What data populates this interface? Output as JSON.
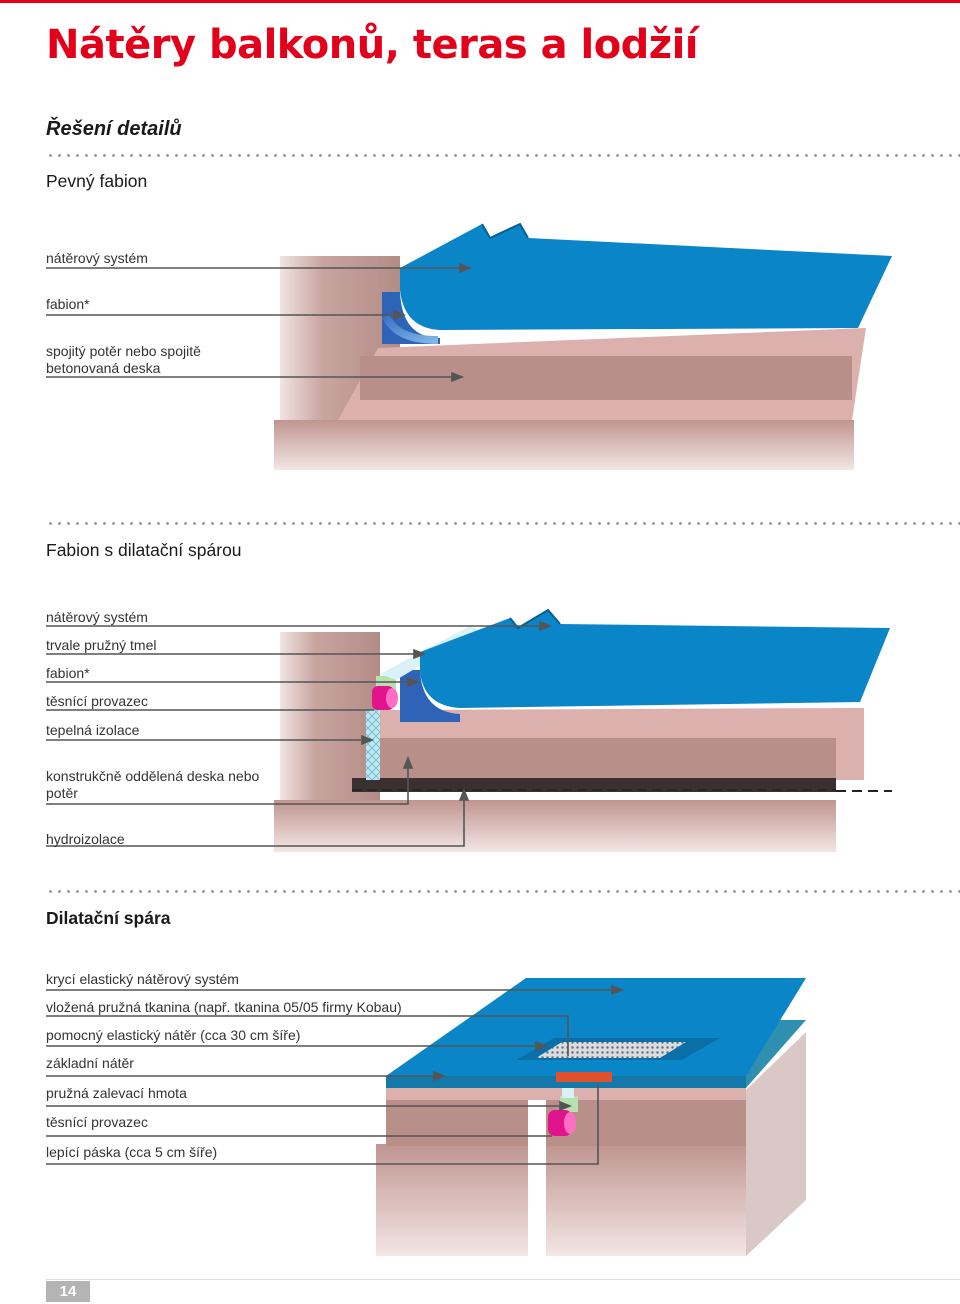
{
  "header": {
    "title": "Nátěry balkonů, teras a lodžií",
    "subtitle": "Řešení detailů"
  },
  "sections": [
    {
      "title": "Pevný fabion",
      "labels": [
        "nátěrový systém",
        "fabion*",
        "spojitý potěr nebo spojitě betonovaná deska"
      ]
    },
    {
      "title": "Fabion s dilatační spárou",
      "labels": [
        "nátěrový systém",
        "trvale pružný tmel",
        "fabion*",
        "těsnící provazec",
        "tepelná izolace",
        "konstrukčně oddělená deska nebo potěr",
        "hydroizolace"
      ]
    },
    {
      "title": "Dilatační spára",
      "labels": [
        "krycí elastický nátěrový systém",
        "vložená pružná tkanina (např. tkanina 05/05 firmy Kobau)",
        "pomocný elastický nátěr (cca 30 cm šíře)",
        "základní nátěr",
        "pružná zalevací hmota",
        "těsnící provazec",
        "lepící páska (cca 5 cm šíře)"
      ]
    }
  ],
  "footer": {
    "page_number": "14"
  },
  "colors": {
    "accent_red": "#e2001a",
    "coating_blue": "#0a86c8",
    "fabion_blue": "#2f63b8",
    "slab_pink": "#dcb0ac",
    "slab_brown": "#b8918b",
    "sealant_magenta": "#e0148c",
    "insulation_cyan": "#bfe9f2",
    "tape_orange": "#e0502a"
  },
  "icons": [
    "arrow-icon"
  ]
}
